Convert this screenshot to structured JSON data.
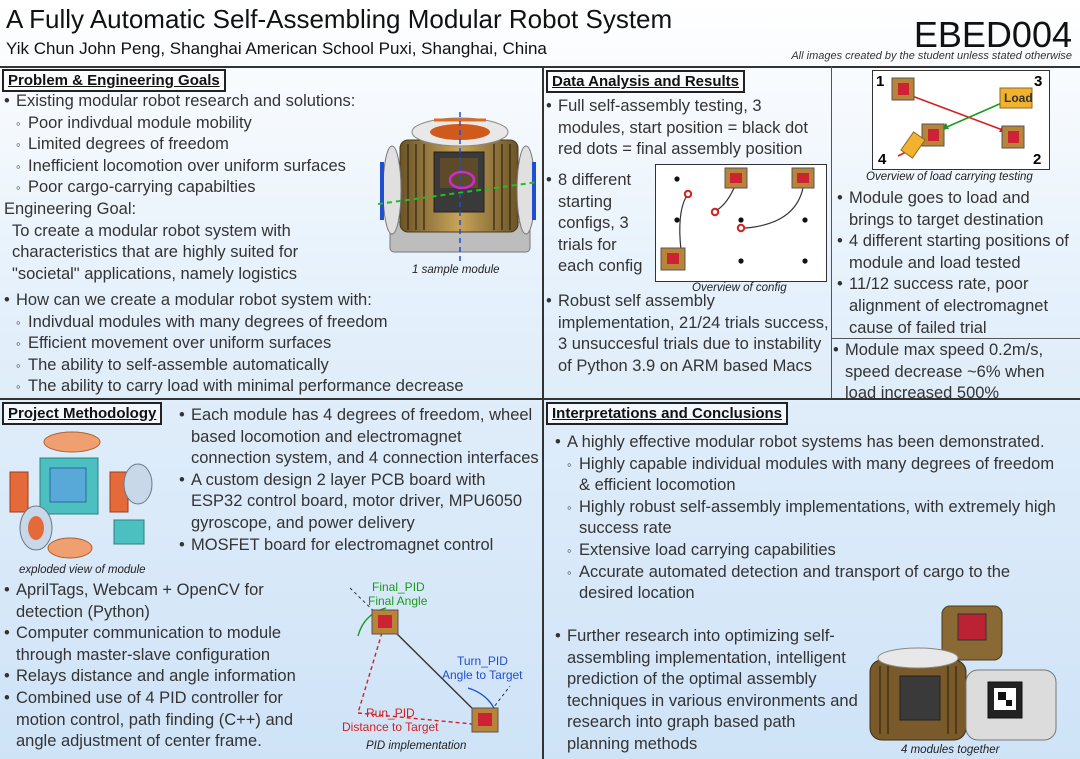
{
  "header": {
    "title": "A Fully Automatic Self-Assembling Modular Robot System",
    "authors": "Yik Chun John Peng, Shanghai American School Puxi, Shanghai, China",
    "code": "EBED004",
    "credit": "All images created by the student unless stated otherwise"
  },
  "problem": {
    "title": "Problem & Engineering Goals",
    "b1": "Existing modular robot research and solutions:",
    "s1": [
      "Poor indivdual module mobility",
      "Limited degrees of freedom",
      "Inefficient locomotion over uniform surfaces",
      "Poor cargo-carrying capabilties"
    ],
    "goal_label": "Engineering Goal:",
    "goal_text": "To create a modular robot system with characteristics that are highly suited for \"societal\" applications, namely logistics",
    "b2": "How can we create a modular robot system with:",
    "s2": [
      "Indivdual modules with many degrees of freedom",
      "Efficient movement over uniform surfaces",
      "The ability to self-assemble automatically",
      "The ability to carry load with minimal performance decrease"
    ],
    "image_caption": "1 sample module"
  },
  "data": {
    "title": "Data Analysis and Results",
    "b1": "Full self-assembly testing, 3 modules, start position = black dot red dots = final assembly position",
    "b2": "8 different starting configs, 3 trials for each config",
    "config_caption": "Overview of config",
    "b3": "Robust self assembly implementation, 21/24 trials success, 3 unsuccesful trials due to instability of Python 3.9 on ARM based Macs",
    "load_caption": "Overview of load carrying testing",
    "load_numbers": [
      "1",
      "2",
      "3",
      "4"
    ],
    "load_label": "Load",
    "load_bullets": [
      "Module goes to load and brings to target destination",
      "4 different starting positions of module and load tested",
      "11/12 success rate, poor alignment of electromagnet cause of failed trial"
    ],
    "speed": "Module max speed 0.2m/s, speed decrease ~6% when load increased 500%"
  },
  "method": {
    "title": "Project Methodology",
    "b_top": [
      "Each module has 4 degrees of freedom, wheel based locomotion and electromagnet connection system, and 4 connection interfaces",
      "A custom design 2 layer PCB board with ESP32 control board, motor driver, MPU6050 gyroscope, and power delivery",
      "MOSFET board for electromagnet control"
    ],
    "exploded_caption": "exploded view of module",
    "b_bottom": [
      "AprilTags, Webcam + OpenCV for detection (Python)",
      "Computer communication to module through master-slave configuration",
      "Relays distance and angle information",
      "Combined use of 4 PID controller for motion control, path finding (C++) and angle adjustment of center frame."
    ],
    "pid": {
      "final": "Final_PID",
      "final_sub": "Final Angle",
      "turn": "Turn_PID",
      "turn_sub": "Angle to Target",
      "run": "Run_PID",
      "run_sub": "Distance to Target",
      "caption": "PID implementation"
    }
  },
  "conclusions": {
    "title": "Interpretations and Conclusions",
    "b1": "A highly effective modular robot systems has been demonstrated.",
    "s1": [
      "Highly capable individual modules with many degrees of freedom & efficient locomotion",
      "Highly robust self-assembly implementations, with extremely high success rate",
      "Extensive load carrying capabilities",
      "Accurate automated detection and transport of cargo to the desired location"
    ],
    "b2": "Further research into optimizing self-assembling implementation, intelligent prediction of the optimal assembly techniques in various environments and research into graph based path planning methods",
    "image_caption": "4 modules together"
  },
  "colors": {
    "final": "#1a9a1a",
    "turn": "#1f4fd0",
    "run": "#d42020",
    "dot_red": "#d42020",
    "load": "#f2b230"
  }
}
